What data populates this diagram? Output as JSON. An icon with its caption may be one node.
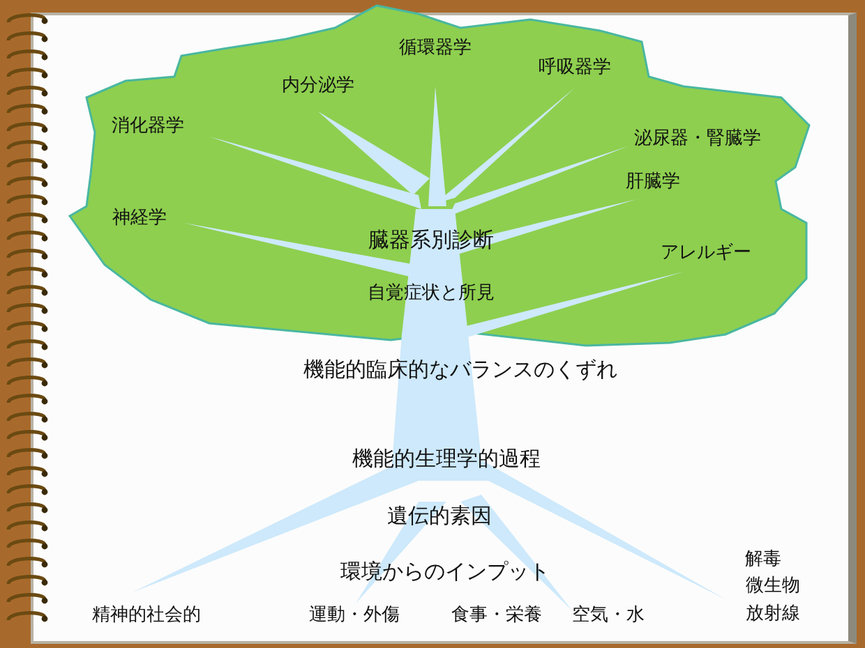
{
  "diagram": {
    "labels": [
      "循環器学",
      "内分泌学",
      "呼吸器学",
      "消化器学",
      "泌尿器・腎臓学",
      "肝臓学",
      "神経学",
      "臓器系別診断",
      "アレルギー",
      "自覚症状と所見",
      "機能的臨床的なバランスのくずれ",
      "機能的生理学的過程",
      "遺伝的素因",
      "解毒",
      "環境からのインプット",
      "微生物",
      "精神的社会的",
      "運動・外傷",
      "食事・栄養",
      "空気・水",
      "放射線"
    ]
  }
}
